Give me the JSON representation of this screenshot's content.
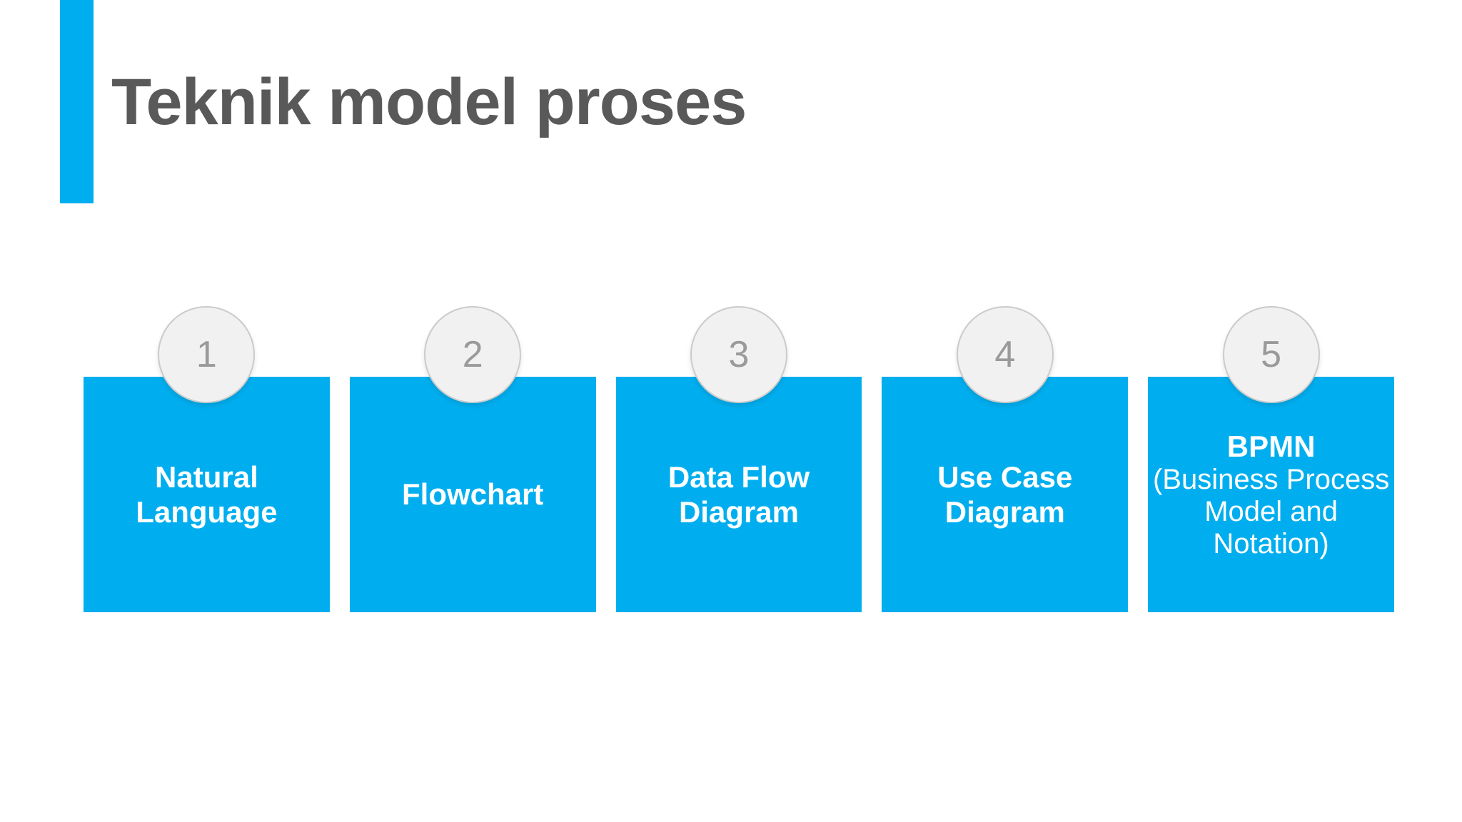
{
  "slide": {
    "title": "Teknik model proses",
    "steps": [
      {
        "number": "1",
        "label": "Natural Language",
        "sublabel": ""
      },
      {
        "number": "2",
        "label": "Flowchart",
        "sublabel": ""
      },
      {
        "number": "3",
        "label": "Data Flow Diagram",
        "sublabel": ""
      },
      {
        "number": "4",
        "label": "Use Case Diagram",
        "sublabel": ""
      },
      {
        "number": "5",
        "label": "BPMN",
        "sublabel": "(Business Process Model and Notation)"
      }
    ],
    "colors": {
      "accent": "#00AEEF",
      "title_text": "#595959",
      "badge_fill": "#F1F1F2",
      "badge_border": "#CBCBCB",
      "badge_number": "#9A9A9A",
      "card_text": "#FFFFFF",
      "background": "#FFFFFF"
    }
  }
}
